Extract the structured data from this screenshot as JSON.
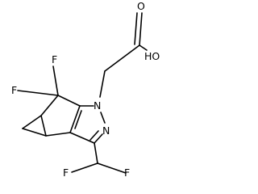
{
  "atoms": {
    "f_gem_left": "F",
    "f_gem_right": "F",
    "n1": "N",
    "n2": "N",
    "oh": "HO",
    "o_carbonyl": "O",
    "f_chf2_left": "F",
    "f_chf2_right": "F"
  }
}
